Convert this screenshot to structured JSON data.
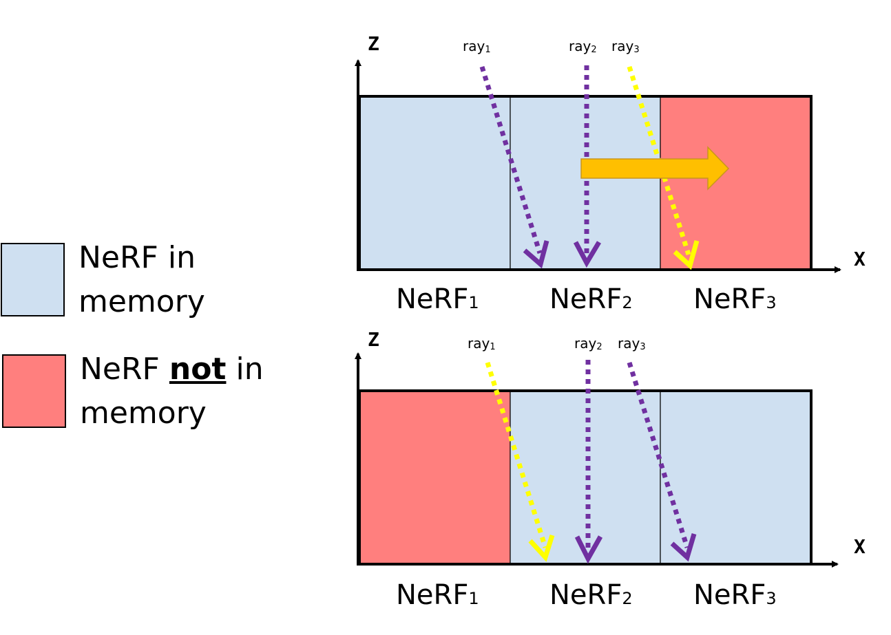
{
  "colors": {
    "in_memory": "#cfe0f1",
    "not_in_memory": "#ff7f7e",
    "ray_purple": "#7030a0",
    "ray_yellow": "#ffff00",
    "arrow_orange": "#ffbf00",
    "arrow_orange_border": "#c8961e"
  },
  "legend": {
    "in_memory_label": "NeRF in memory",
    "not_in_memory_prefix": "NeRF",
    "not_in_memory_emph": "not",
    "not_in_memory_suffix": "in memory"
  },
  "top_panel": {
    "z_label": "Z",
    "x_label": "X",
    "cells": [
      {
        "name": "NeRF",
        "sub": "1",
        "state": "in_memory"
      },
      {
        "name": "NeRF",
        "sub": "2",
        "state": "in_memory"
      },
      {
        "name": "NeRF",
        "sub": "3",
        "state": "not_in_memory"
      }
    ],
    "rays": [
      {
        "name": "ray",
        "sub": "1",
        "color": "ray_purple"
      },
      {
        "name": "ray",
        "sub": "2",
        "color": "ray_purple"
      },
      {
        "name": "ray",
        "sub": "3",
        "color": "ray_yellow"
      }
    ]
  },
  "bottom_panel": {
    "z_label": "Z",
    "x_label": "X",
    "cells": [
      {
        "name": "NeRF",
        "sub": "1",
        "state": "not_in_memory"
      },
      {
        "name": "NeRF",
        "sub": "2",
        "state": "in_memory"
      },
      {
        "name": "NeRF",
        "sub": "3",
        "state": "in_memory"
      }
    ],
    "rays": [
      {
        "name": "ray",
        "sub": "1",
        "color": "ray_yellow"
      },
      {
        "name": "ray",
        "sub": "2",
        "color": "ray_purple"
      },
      {
        "name": "ray",
        "sub": "3",
        "color": "ray_purple"
      }
    ]
  }
}
